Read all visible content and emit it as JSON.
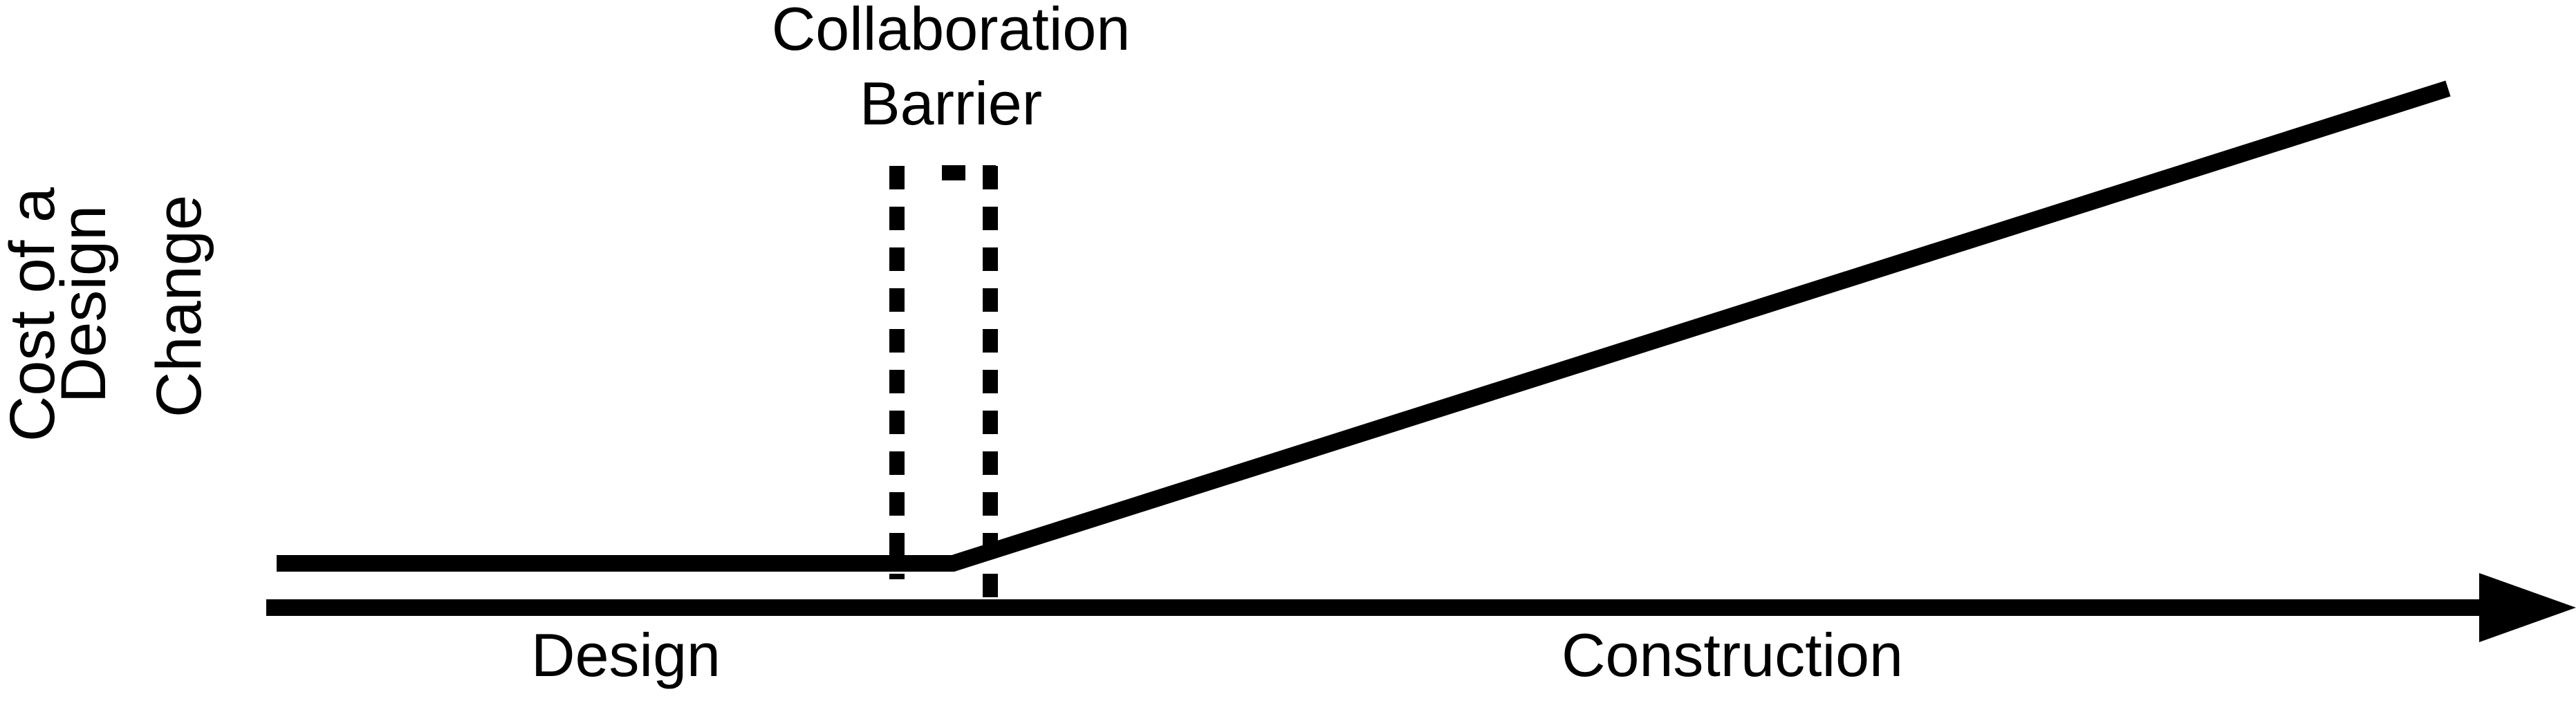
{
  "ylabel": [
    "Cost of a",
    "Design",
    "Change"
  ],
  "barrier_label": [
    "Collaboration",
    "Barrier"
  ],
  "x_labels": {
    "design": "Design",
    "construction": "Construction"
  },
  "colors": {
    "line": "#000000",
    "background": "#ffffff"
  },
  "chart_data": {
    "type": "line",
    "title": "",
    "ylabel": "Cost of a Design Change",
    "xlabel": "",
    "phases": [
      "Design",
      "Construction"
    ],
    "marker": "Collaboration Barrier",
    "trend": "flat during Design, rising linearly during Construction"
  }
}
